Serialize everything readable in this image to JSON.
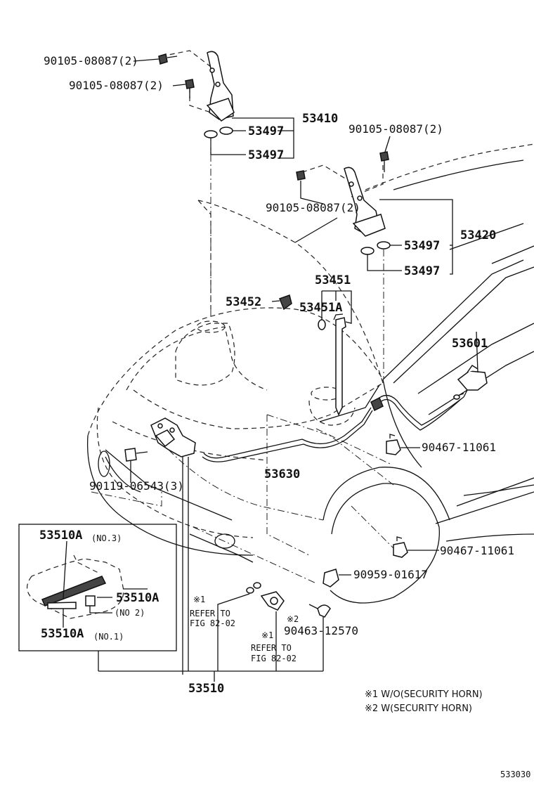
{
  "diagram": {
    "code": "533030",
    "labels": {
      "bolt_top_1": "90105-08087(2)",
      "bolt_top_2": "90105-08087(2)",
      "hinge_lh": "53410",
      "washer_lh_1": "53497",
      "washer_lh_2": "53497",
      "bolt_rh_1": "90105-08087(2)",
      "bolt_rh_2": "90105-08087(2)",
      "hinge_rh": "53420",
      "washer_rh_1": "53497",
      "washer_rh_2": "53497",
      "support_rod": "53451",
      "rod_clip": "53452",
      "rod_grommet": "53451A",
      "release_lever": "53601",
      "clamp_1": "90467-11061",
      "clamp_2": "90467-11061",
      "hood_lock_bolt": "90119-06543(3)",
      "release_cable": "53630",
      "clip_fender": "90959-01617",
      "clamp_horn": "90463-12570",
      "hood_lock_assy": "53510",
      "inset_top": "53510A",
      "inset_top_sub": "(NO.3)",
      "inset_mid": "53510A",
      "inset_mid_sub": "(NO 2)",
      "inset_bot": "53510A",
      "inset_bot_sub": "(NO.1)",
      "ref_mark_1": "※1",
      "ref_1_line1": "REFER TO",
      "ref_1_line2": "FIG 82-02",
      "ref_mark_2": "※2",
      "ref_mark_3": "※1",
      "ref_2_line1": "REFER TO",
      "ref_2_line2": "FIG 82-02"
    },
    "notes": [
      "※1 W/O(SECURITY HORN)",
      "※2 W(SECURITY HORN)"
    ]
  }
}
